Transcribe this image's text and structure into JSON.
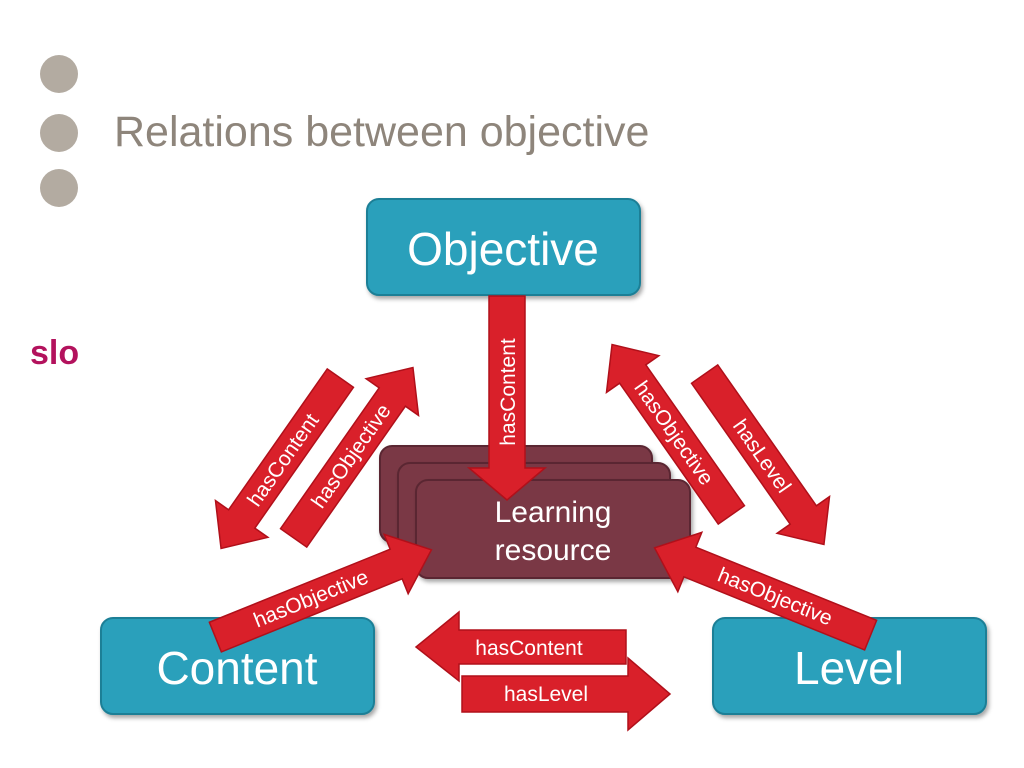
{
  "slide": {
    "title": "Relations between objective",
    "logo_text": "slo"
  },
  "colors": {
    "bullet": "#b3aba1",
    "title": "#8e857b",
    "logo": "#b3125d",
    "box": "#2aa0bb",
    "resource": "#7a3945",
    "arrow": "#d9202a"
  },
  "diagram": {
    "nodes": {
      "objective": "Objective",
      "content": "Content",
      "level": "Level",
      "resource_line1": "Learning",
      "resource_line2": "resource"
    },
    "edges": {
      "objective_to_resource": "hasContent",
      "objective_to_content": "hasContent",
      "content_to_objective": "hasObjective",
      "level_to_objective": "hasObjective",
      "objective_to_level": "hasLevel",
      "content_to_resource": "hasObjective",
      "level_to_resource": "hasObjective",
      "level_to_content": "hasContent",
      "content_to_level": "hasLevel"
    }
  }
}
